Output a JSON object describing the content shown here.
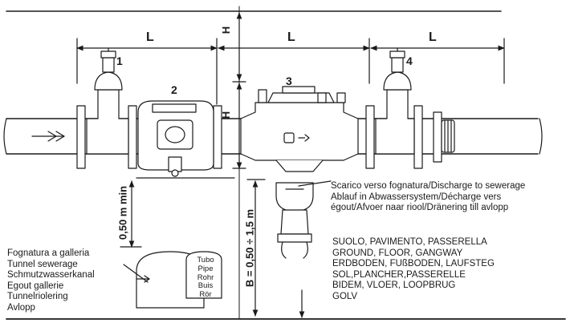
{
  "dimensions": {
    "L": "L",
    "H": "H",
    "min_clearance": "0,50 m min",
    "range": "B = 0,50 ÷ 1,5 m"
  },
  "components": [
    "1",
    "2",
    "3",
    "4"
  ],
  "discharge_note": [
    "Scarico verso fognatura/Discharge to sewerage",
    "Ablauf in Abwassersystem/Décharge vers",
    "égout/Afvoer naar riool/Dränering till avlopp"
  ],
  "floor_note": [
    "SUOLO, PAVIMENTO, PASSERELLA",
    "GROUND, FLOOR, GANGWAY",
    "ERDBODEN, FUßBODEN, LAUFSTEG",
    "SOL,PLANCHER,PASSERELLE",
    "BIDEM, VLOER, LOOPBRUG",
    "GOLV"
  ],
  "sewer_note": [
    "Fognatura a galleria",
    "Tunnel sewerage",
    "Schmutzwasserkanal",
    "Egout gallerie",
    "Tunnelriolering",
    "Avlopp"
  ],
  "pipe_labels": [
    "Tubo",
    "Pipe",
    "Rohr",
    "Buis",
    "Rör"
  ],
  "colors": {
    "ink": "#1a1a1a",
    "paper": "#ffffff",
    "shade": "#e6e6e6"
  }
}
